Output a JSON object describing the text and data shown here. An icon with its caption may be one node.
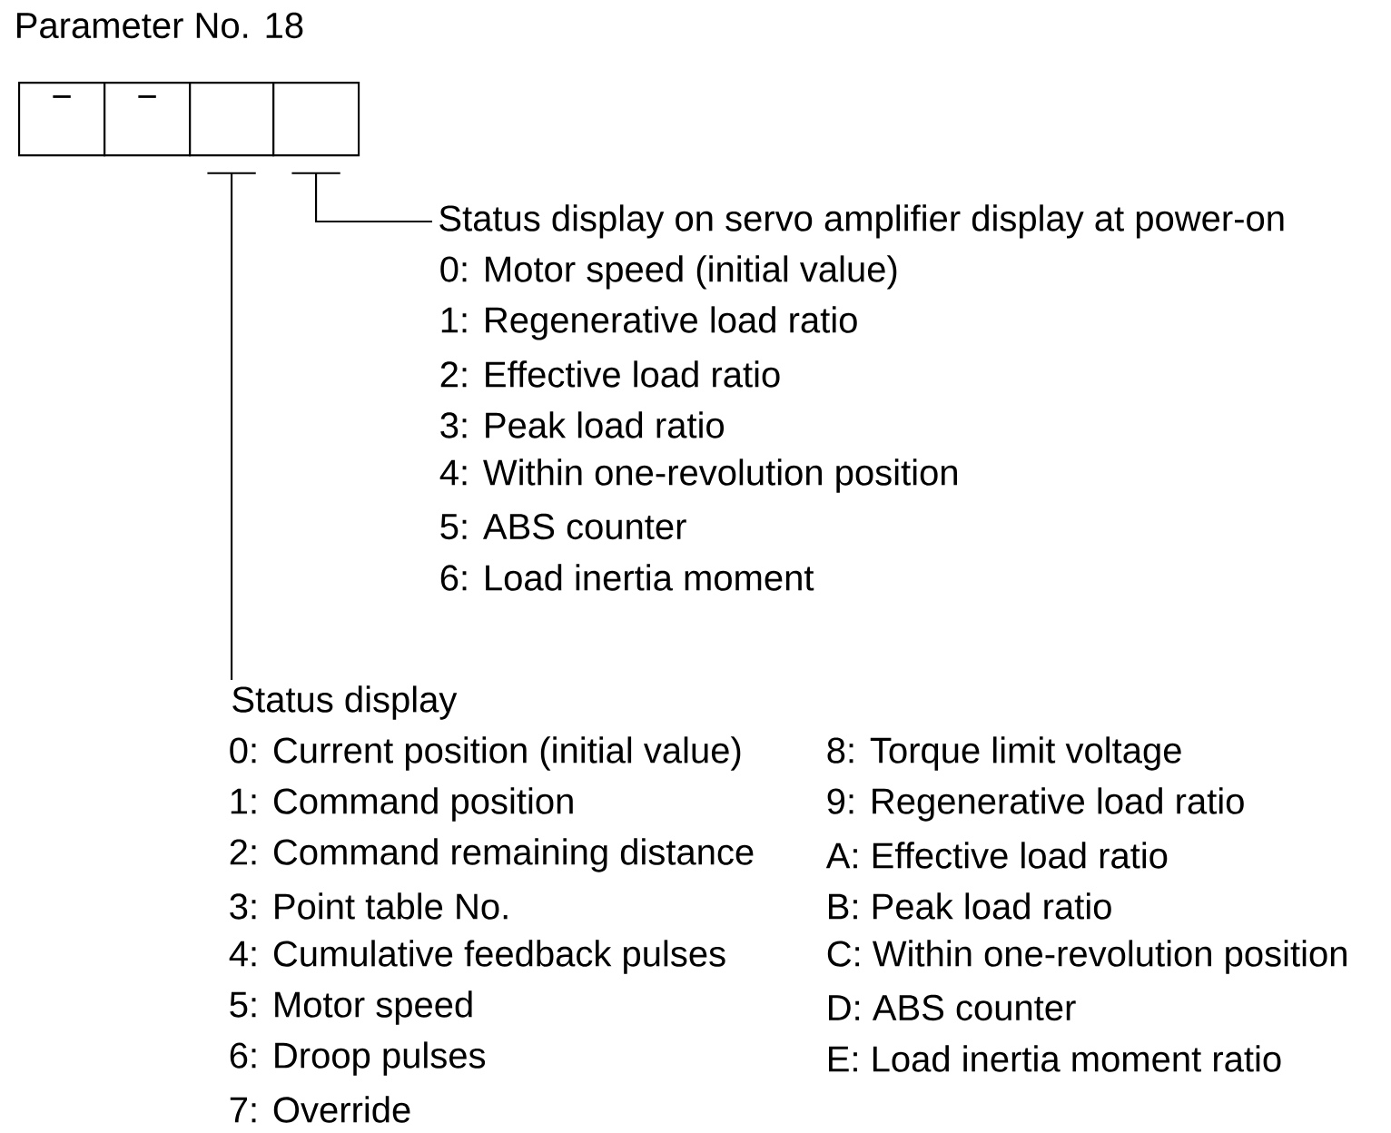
{
  "diagram": {
    "title": "Parameter No. 18",
    "nodes": [
      {
        "text": [
          "−"
        ]
      },
      {
        "text": [
          "−"
        ]
      },
      {
        "text": [],
        "shape": "box"
      },
      {
        "text": [],
        "shape": "box"
      },
      {
        "text": [
          "Status display on servo amplifier display at power-on"
        ]
      },
      {
        "text": [
          "Status display"
        ]
      }
    ],
    "edges": [
      {
        "from": 3,
        "to": 4,
        "arrow": "none"
      },
      {
        "from": 2,
        "to": 5,
        "arrow": "none"
      }
    ],
    "labels": [
      "0: Motor speed (initial value)",
      "1: Regenerative load ratio",
      "2: Effective load ratio",
      "3: Peak load ratio",
      "4: Within one-revolution position",
      "5: ABS counter",
      "6: Load inertia moment",
      "0: Current position (initial value)",
      "1: Command position",
      "2: Command remaining distance",
      "3: Point table No.",
      "4: Cumulative feedback pulses",
      "5: Motor speed",
      "6: Droop pulses",
      "7: Override",
      "8: Torque limit voltage",
      "9: Regenerative load ratio",
      "A: Effective load ratio",
      "B: Peak load ratio",
      "C: Within one-revolution position",
      "D: ABS counter",
      "E: Load inertia moment ratio"
    ]
  }
}
